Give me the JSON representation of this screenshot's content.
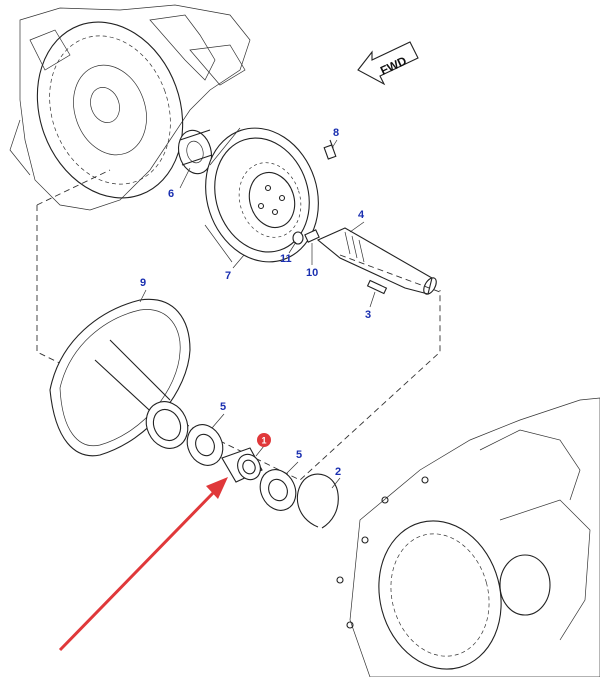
{
  "direction_label": "FWD",
  "callouts": {
    "highlighted": "1",
    "circlip": "2",
    "key": "3",
    "shaft": "4",
    "bearing_upper": "5",
    "bearing_lower": "5",
    "flange": "6",
    "flywheel": "7",
    "bolt": "8",
    "housing": "9",
    "screw": "10",
    "washer": "11"
  },
  "colors": {
    "callout_text": "#1a2fb0",
    "highlight_badge": "#e0383a",
    "pointer_arrow": "#e0383a",
    "line_art": "#222222"
  },
  "icons": [
    "fwd-arrow-icon",
    "pointer-arrow-icon"
  ]
}
